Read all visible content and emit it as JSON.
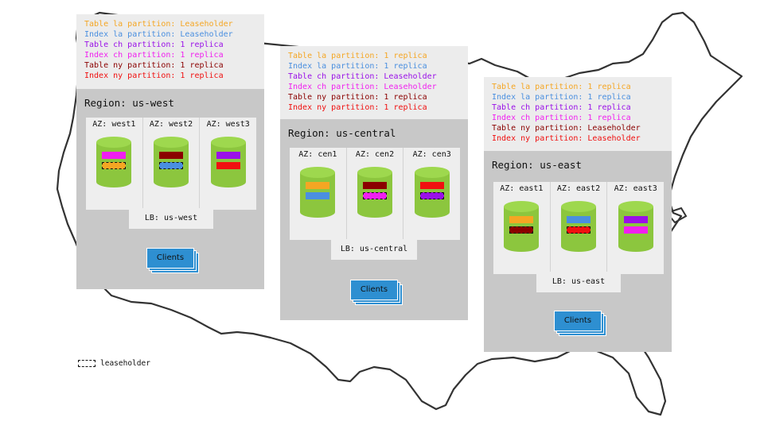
{
  "colors": {
    "table_la": "#f5a623",
    "index_la": "#4a8fe0",
    "table_ch": "#9a10e8",
    "index_ch": "#f01ff0",
    "table_ny": "#8b0000",
    "index_ny": "#f01010",
    "cylinder": "#8cc63e",
    "clients": "#2e8fd1"
  },
  "regions": [
    {
      "name": "Region: us-west",
      "legend": [
        {
          "text": "Table la partition: Leaseholder",
          "color": "#f5a623"
        },
        {
          "text": "Index la partition: Leaseholder",
          "color": "#4a8fe0"
        },
        {
          "text": "Table ch partition: 1 replica",
          "color": "#9a10e8"
        },
        {
          "text": "Index ch partition: 1 replica",
          "color": "#f01ff0"
        },
        {
          "text": "Table ny partition: 1 replica",
          "color": "#8b0000"
        },
        {
          "text": "Index ny partition: 1 replica",
          "color": "#f01010"
        }
      ],
      "azs": [
        {
          "label": "AZ: west1",
          "bars": [
            {
              "color": "#f01ff0",
              "leaseholder": false
            },
            {
              "color": "#f5a623",
              "leaseholder": true
            }
          ]
        },
        {
          "label": "AZ: west2",
          "bars": [
            {
              "color": "#8b0000",
              "leaseholder": false
            },
            {
              "color": "#4a8fe0",
              "leaseholder": true
            }
          ]
        },
        {
          "label": "AZ: west3",
          "bars": [
            {
              "color": "#9a10e8",
              "leaseholder": false
            },
            {
              "color": "#f01010",
              "leaseholder": false
            }
          ]
        }
      ],
      "lb": "LB: us-west",
      "clients": "Clients"
    },
    {
      "name": "Region: us-central",
      "legend": [
        {
          "text": "Table la partition: 1 replica",
          "color": "#f5a623"
        },
        {
          "text": "Index la partition: 1 replica",
          "color": "#4a8fe0"
        },
        {
          "text": "Table ch partition: Leaseholder",
          "color": "#9a10e8"
        },
        {
          "text": "Index ch partition: Leaseholder",
          "color": "#f01ff0"
        },
        {
          "text": "Table ny partition: 1 replica",
          "color": "#8b0000"
        },
        {
          "text": "Index ny partition: 1 replica",
          "color": "#f01010"
        }
      ],
      "azs": [
        {
          "label": "AZ: cen1",
          "bars": [
            {
              "color": "#f5a623",
              "leaseholder": false
            },
            {
              "color": "#4a8fe0",
              "leaseholder": false
            }
          ]
        },
        {
          "label": "AZ: cen2",
          "bars": [
            {
              "color": "#8b0000",
              "leaseholder": false
            },
            {
              "color": "#f01ff0",
              "leaseholder": true
            }
          ]
        },
        {
          "label": "AZ: cen3",
          "bars": [
            {
              "color": "#f01010",
              "leaseholder": false
            },
            {
              "color": "#9a10e8",
              "leaseholder": true
            }
          ]
        }
      ],
      "lb": "LB: us-central",
      "clients": "Clients"
    },
    {
      "name": "Region: us-east",
      "legend": [
        {
          "text": "Table la partition: 1 replica",
          "color": "#f5a623"
        },
        {
          "text": "Index la partition: 1 replica",
          "color": "#4a8fe0"
        },
        {
          "text": "Table ch partition: 1 replica",
          "color": "#9a10e8"
        },
        {
          "text": "Index ch partition: 1 replica",
          "color": "#f01ff0"
        },
        {
          "text": "Table ny partition: Leaseholder",
          "color": "#8b0000"
        },
        {
          "text": "Index ny partition: Leaseholder",
          "color": "#f01010"
        }
      ],
      "azs": [
        {
          "label": "AZ: east1",
          "bars": [
            {
              "color": "#f5a623",
              "leaseholder": false
            },
            {
              "color": "#8b0000",
              "leaseholder": true
            }
          ]
        },
        {
          "label": "AZ: east2",
          "bars": [
            {
              "color": "#4a8fe0",
              "leaseholder": false
            },
            {
              "color": "#f01010",
              "leaseholder": true
            }
          ]
        },
        {
          "label": "AZ: east3",
          "bars": [
            {
              "color": "#9a10e8",
              "leaseholder": false
            },
            {
              "color": "#f01ff0",
              "leaseholder": false
            }
          ]
        }
      ],
      "lb": "LB: us-east",
      "clients": "Clients"
    }
  ],
  "key": {
    "label": "leaseholder"
  }
}
